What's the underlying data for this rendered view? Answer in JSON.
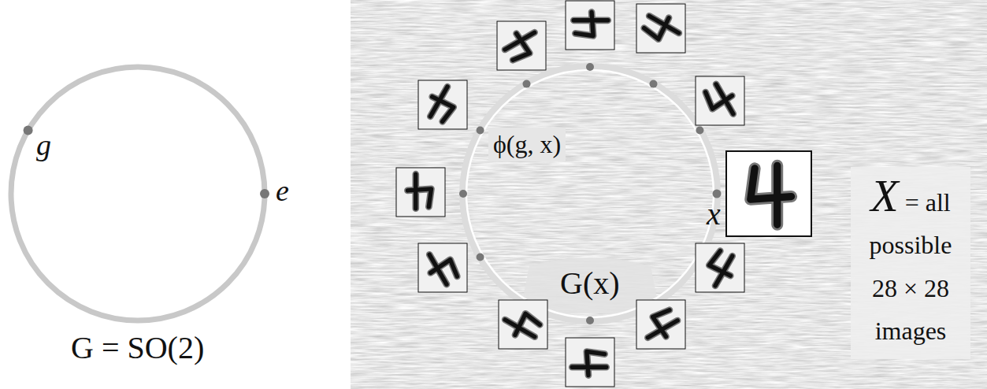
{
  "diagram": {
    "nodes": [
      {
        "text": [
          "X",
          "= all possible 28 × 28 images"
        ]
      }
    ],
    "labels": [
      "g",
      "e",
      "G = SO(2)",
      "ϕ(g, x)",
      "x",
      "G(x)"
    ]
  }
}
